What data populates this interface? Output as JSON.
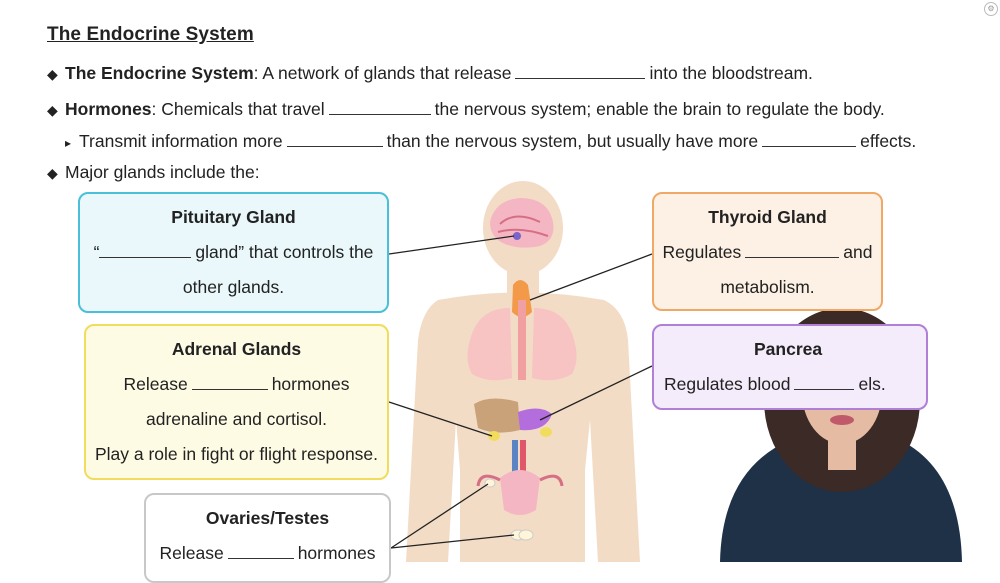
{
  "heading": "The Endocrine System",
  "bullets": {
    "b1_term": "The Endocrine System",
    "b1_text_a": ": A network of glands that release",
    "b1_text_b": "into the bloodstream.",
    "b2_term": "Hormones",
    "b2_text_a": ": Chemicals that travel",
    "b2_text_b": "the nervous system; enable the brain to regulate the body.",
    "b3_text_a": "Transmit information more",
    "b3_text_b": "than the nervous system, but usually have more",
    "b3_text_c": "effects.",
    "b4_text": "Major glands include the:"
  },
  "boxes": {
    "pituitary": {
      "title": "Pituitary Gland",
      "line1_a": "“",
      "line1_b": "gland” that controls the",
      "line2": "other glands."
    },
    "thyroid": {
      "title": "Thyroid Gland",
      "line1_a": "Regulates",
      "line1_b": "and",
      "line2": "metabolism."
    },
    "adrenal": {
      "title": "Adrenal Glands",
      "line1_a": "Release",
      "line1_b": "hormones",
      "line2": "adrenaline and cortisol.",
      "line3": "Play a role in fight or flight response."
    },
    "pancreas": {
      "title": "Pancrea",
      "line1_a": "Regulates blood",
      "line1_b": "els."
    },
    "ovaries": {
      "title": "Ovaries/Testes",
      "line1_a": "Release",
      "line1_b": "hormones"
    }
  },
  "colors": {
    "pituitary": "#49bfd9",
    "thyroid": "#f0a866",
    "adrenal": "#f2dc5d",
    "pancreas": "#b07fd6",
    "ovaries": "#c8c8c8"
  },
  "icons": [
    "diamond-bullet-icon",
    "triangle-bullet-icon",
    "corner-settings-icon"
  ]
}
